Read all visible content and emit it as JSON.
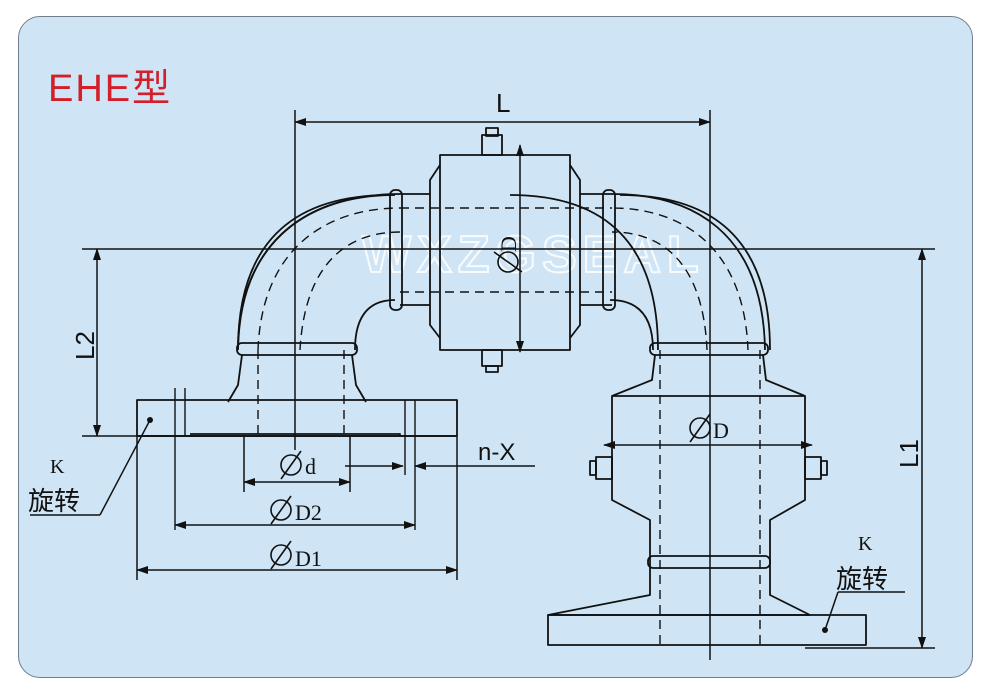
{
  "title": "EHE型",
  "watermark": "WXZGSEAL",
  "labels": {
    "L": "L",
    "L1": "L1",
    "L2": "L2",
    "phi_d": "d",
    "phi_D2": "D2",
    "phi_D1": "D1",
    "phi_D_top": "D",
    "phi_D_bottom": "D",
    "nX": "n-X",
    "K_left": "K",
    "rotate_left": "旋转",
    "K_right": "K",
    "rotate_right": "旋转"
  },
  "colors": {
    "title": "#d21f2a",
    "background": "#cfe5f5",
    "line": "#111111"
  }
}
